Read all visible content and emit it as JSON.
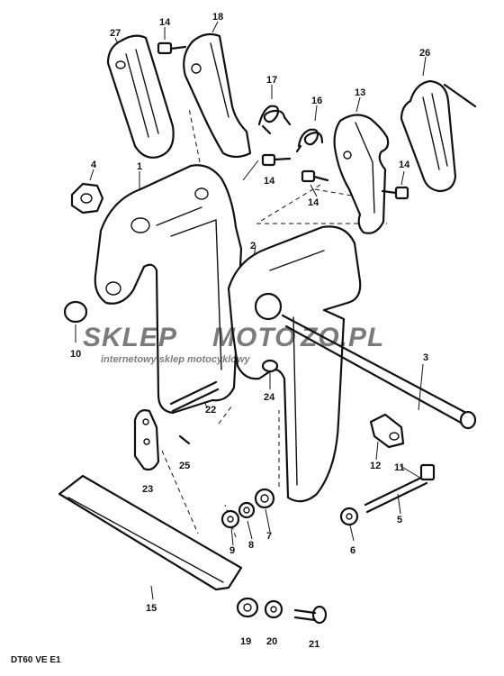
{
  "diagram": {
    "code": "DT60 VE E1",
    "callouts": [
      {
        "key": "p1",
        "label": "1"
      },
      {
        "key": "p2",
        "label": "2"
      },
      {
        "key": "p3",
        "label": "3"
      },
      {
        "key": "p4",
        "label": "4"
      },
      {
        "key": "p5",
        "label": "5"
      },
      {
        "key": "p6",
        "label": "6"
      },
      {
        "key": "p7",
        "label": "7"
      },
      {
        "key": "p8",
        "label": "8"
      },
      {
        "key": "p9",
        "label": "9"
      },
      {
        "key": "p10",
        "label": "10"
      },
      {
        "key": "p11",
        "label": "11"
      },
      {
        "key": "p12",
        "label": "12"
      },
      {
        "key": "p13",
        "label": "13"
      },
      {
        "key": "p14a",
        "label": "14"
      },
      {
        "key": "p14b",
        "label": "14"
      },
      {
        "key": "p14c",
        "label": "14"
      },
      {
        "key": "p14d",
        "label": "14"
      },
      {
        "key": "p15",
        "label": "15"
      },
      {
        "key": "p16",
        "label": "16"
      },
      {
        "key": "p17",
        "label": "17"
      },
      {
        "key": "p18",
        "label": "18"
      },
      {
        "key": "p19",
        "label": "19"
      },
      {
        "key": "p20",
        "label": "20"
      },
      {
        "key": "p21",
        "label": "21"
      },
      {
        "key": "p22",
        "label": "22"
      },
      {
        "key": "p23",
        "label": "23"
      },
      {
        "key": "p24",
        "label": "24"
      },
      {
        "key": "p25",
        "label": "25"
      },
      {
        "key": "p26",
        "label": "26"
      },
      {
        "key": "p27",
        "label": "27"
      }
    ]
  },
  "watermark": {
    "brand_left": "SKLEP",
    "brand_mid": "MOTO",
    "brand_right": "ZO.PL",
    "tagline": "internetowy sklep motocyklowy",
    "colors": {
      "grey": "#c9c9c9",
      "accent": "#f2a8a8"
    }
  }
}
